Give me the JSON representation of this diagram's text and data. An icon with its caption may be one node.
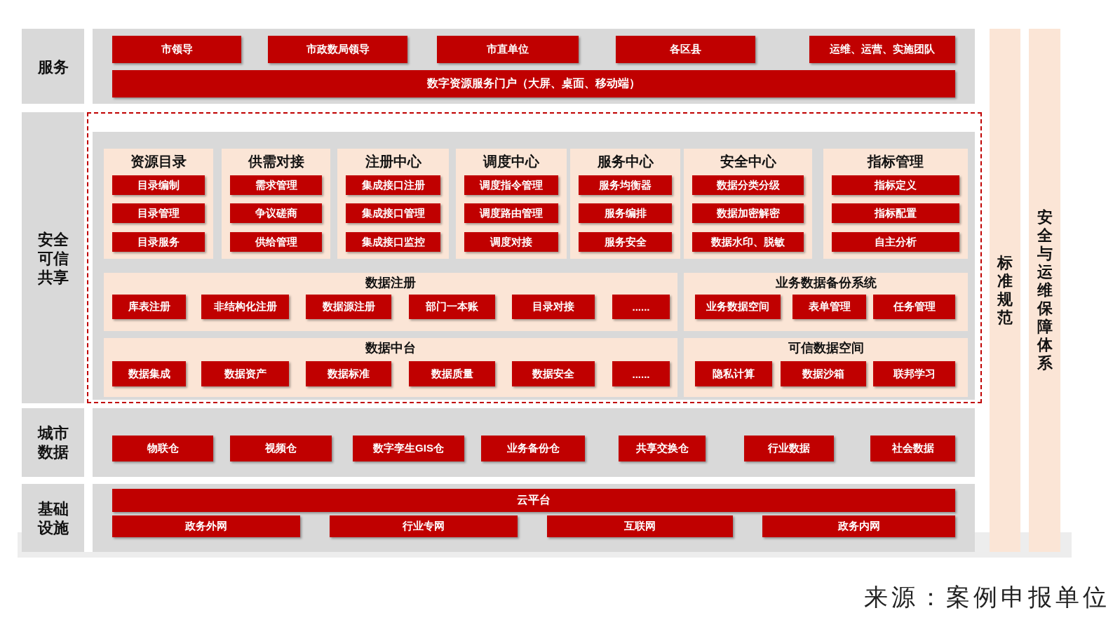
{
  "diagram": {
    "caption": "来源：案例申报单位",
    "nodes": [
      {
        "text": [
          "服务"
        ]
      },
      {
        "text": [
          "市领导"
        ],
        "in": 0
      },
      {
        "text": [
          "市政数局领导"
        ],
        "in": 0
      },
      {
        "text": [
          "市直单位"
        ],
        "in": 0
      },
      {
        "text": [
          "各区县"
        ],
        "in": 0
      },
      {
        "text": [
          "运维、运营、实施团队"
        ],
        "in": 0
      },
      {
        "text": [
          "数字资源服务门户（大屏、桌面、移动端）"
        ],
        "in": 0
      },
      {
        "text": [
          "安全可信共享"
        ]
      },
      {
        "text": [],
        "shape": "box",
        "in": 7
      },
      {
        "text": [
          "资源目录"
        ],
        "in": 8
      },
      {
        "text": [
          "目录编制"
        ],
        "in": 9
      },
      {
        "text": [
          "目录管理"
        ],
        "in": 9
      },
      {
        "text": [
          "目录服务"
        ],
        "in": 9
      },
      {
        "text": [
          "供需对接"
        ],
        "in": 8
      },
      {
        "text": [
          "需求管理"
        ],
        "in": 13
      },
      {
        "text": [
          "争议磋商"
        ],
        "in": 13
      },
      {
        "text": [
          "供给管理"
        ],
        "in": 13
      },
      {
        "text": [
          "注册中心"
        ],
        "in": 8
      },
      {
        "text": [
          "集成接口注册"
        ],
        "in": 17
      },
      {
        "text": [
          "集成接口管理"
        ],
        "in": 17
      },
      {
        "text": [
          "集成接口监控"
        ],
        "in": 17
      },
      {
        "text": [
          "调度中心"
        ],
        "in": 8
      },
      {
        "text": [
          "调度指令管理"
        ],
        "in": 21
      },
      {
        "text": [
          "调度路由管理"
        ],
        "in": 21
      },
      {
        "text": [
          "调度对接"
        ],
        "in": 21
      },
      {
        "text": [
          "服务中心"
        ],
        "in": 8
      },
      {
        "text": [
          "服务均衡器"
        ],
        "in": 25
      },
      {
        "text": [
          "服务编排"
        ],
        "in": 25
      },
      {
        "text": [
          "服务安全"
        ],
        "in": 25
      },
      {
        "text": [
          "安全中心"
        ],
        "in": 8
      },
      {
        "text": [
          "数据分类分级"
        ],
        "in": 29
      },
      {
        "text": [
          "数据加密解密"
        ],
        "in": 29
      },
      {
        "text": [
          "数据水印、脱敏"
        ],
        "in": 29
      },
      {
        "text": [
          "指标管理"
        ],
        "in": 8
      },
      {
        "text": [
          "指标定义"
        ],
        "in": 33
      },
      {
        "text": [
          "指标配置"
        ],
        "in": 33
      },
      {
        "text": [
          "自主分析"
        ],
        "in": 33
      },
      {
        "text": [
          "数据注册"
        ],
        "in": 8
      },
      {
        "text": [
          "库表注册"
        ],
        "in": 37
      },
      {
        "text": [
          "非结构化注册"
        ],
        "in": 37
      },
      {
        "text": [
          "数据源注册"
        ],
        "in": 37
      },
      {
        "text": [
          "部门一本账"
        ],
        "in": 37
      },
      {
        "text": [
          "目录对接"
        ],
        "in": 37
      },
      {
        "text": [
          "......"
        ],
        "in": 37
      },
      {
        "text": [
          "业务数据备份系统"
        ],
        "in": 8
      },
      {
        "text": [
          "业务数据空间"
        ],
        "in": 44
      },
      {
        "text": [
          "表单管理"
        ],
        "in": 44
      },
      {
        "text": [
          "任务管理"
        ],
        "in": 44
      },
      {
        "text": [
          "数据中台"
        ],
        "in": 8
      },
      {
        "text": [
          "数据集成"
        ],
        "in": 48
      },
      {
        "text": [
          "数据资产"
        ],
        "in": 48
      },
      {
        "text": [
          "数据标准"
        ],
        "in": 48
      },
      {
        "text": [
          "数据质量"
        ],
        "in": 48
      },
      {
        "text": [
          "数据安全"
        ],
        "in": 48
      },
      {
        "text": [
          "......"
        ],
        "in": 48
      },
      {
        "text": [
          "可信数据空间"
        ],
        "in": 8
      },
      {
        "text": [
          "隐私计算"
        ],
        "in": 55
      },
      {
        "text": [
          "数据沙箱"
        ],
        "in": 55
      },
      {
        "text": [
          "联邦学习"
        ],
        "in": 55
      },
      {
        "text": [
          "城市数据"
        ]
      },
      {
        "text": [
          "物联仓"
        ],
        "in": 59
      },
      {
        "text": [
          "视频仓"
        ],
        "in": 59
      },
      {
        "text": [
          "数字孪生GIS仓"
        ],
        "in": 59
      },
      {
        "text": [
          "业务备份仓"
        ],
        "in": 59
      },
      {
        "text": [
          "共享交换仓"
        ],
        "in": 59
      },
      {
        "text": [
          "行业数据"
        ],
        "in": 59
      },
      {
        "text": [
          "社会数据"
        ],
        "in": 59
      },
      {
        "text": [
          "基础设施"
        ]
      },
      {
        "text": [
          "云平台"
        ],
        "in": 67
      },
      {
        "text": [
          "政务外网"
        ],
        "in": 67
      },
      {
        "text": [
          "行业专网"
        ],
        "in": 67
      },
      {
        "text": [
          "互联网"
        ],
        "in": 67
      },
      {
        "text": [
          "政务内网"
        ],
        "in": 67
      },
      {
        "text": [
          "标准规范"
        ]
      },
      {
        "text": [
          "安全与运维保障体系"
        ]
      }
    ]
  }
}
